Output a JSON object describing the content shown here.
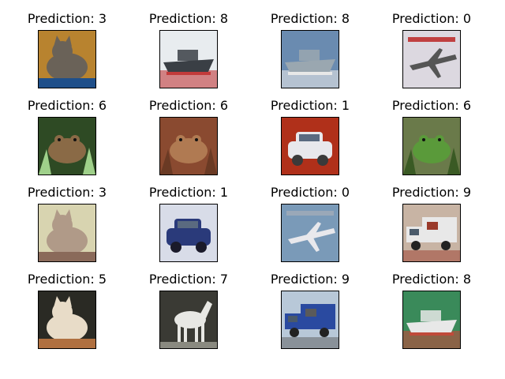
{
  "figure": {
    "panels": [
      {
        "label": "Prediction: 3",
        "subject": "cat",
        "bg": "#b8832f",
        "main": "#6a6258",
        "accent": "#1f4f8a"
      },
      {
        "label": "Prediction: 8",
        "subject": "ship",
        "bg": "#e8ecef",
        "main": "#3a3f45",
        "accent": "#c23a3a"
      },
      {
        "label": "Prediction: 8",
        "subject": "ship",
        "bg": "#6a8bb0",
        "main": "#9aa7b0",
        "accent": "#e8e8e8"
      },
      {
        "label": "Prediction: 0",
        "subject": "airplane",
        "bg": "#dcd8e0",
        "main": "#555555",
        "accent": "#c04040"
      },
      {
        "label": "Prediction: 6",
        "subject": "frog",
        "bg": "#2e4a24",
        "main": "#8a6a46",
        "accent": "#9fd08a"
      },
      {
        "label": "Prediction: 6",
        "subject": "frog",
        "bg": "#8a4a30",
        "main": "#b07a52",
        "accent": "#6a3a24"
      },
      {
        "label": "Prediction: 1",
        "subject": "automobile",
        "bg": "#b0301a",
        "main": "#e8e8ec",
        "accent": "#3a3a3a"
      },
      {
        "label": "Prediction: 6",
        "subject": "frog",
        "bg": "#6a7a4a",
        "main": "#5a9a3a",
        "accent": "#3a5a24"
      },
      {
        "label": "Prediction: 3",
        "subject": "cat",
        "bg": "#d8d4b0",
        "main": "#b09a88",
        "accent": "#8a6a5a"
      },
      {
        "label": "Prediction: 1",
        "subject": "automobile",
        "bg": "#d8dce8",
        "main": "#2a3a7a",
        "accent": "#1a1a2a"
      },
      {
        "label": "Prediction: 0",
        "subject": "airplane",
        "bg": "#7a9ab8",
        "main": "#e8e8ec",
        "accent": "#9aa8b8"
      },
      {
        "label": "Prediction: 9",
        "subject": "truck",
        "bg": "#c8b4a4",
        "main": "#e8e8e8",
        "accent": "#9a3a2a"
      },
      {
        "label": "Prediction: 5",
        "subject": "dog",
        "bg": "#2a2a24",
        "main": "#e8dcc8",
        "accent": "#b07040"
      },
      {
        "label": "Prediction: 7",
        "subject": "horse",
        "bg": "#3a3a34",
        "main": "#e8e8e4",
        "accent": "#8a8a80"
      },
      {
        "label": "Prediction: 9",
        "subject": "truck",
        "bg": "#b8c8d8",
        "main": "#2a4aa0",
        "accent": "#5a5a5a"
      },
      {
        "label": "Prediction: 8",
        "subject": "ship",
        "bg": "#3a8a5a",
        "main": "#e8e8e8",
        "accent": "#c04a3a"
      }
    ]
  }
}
